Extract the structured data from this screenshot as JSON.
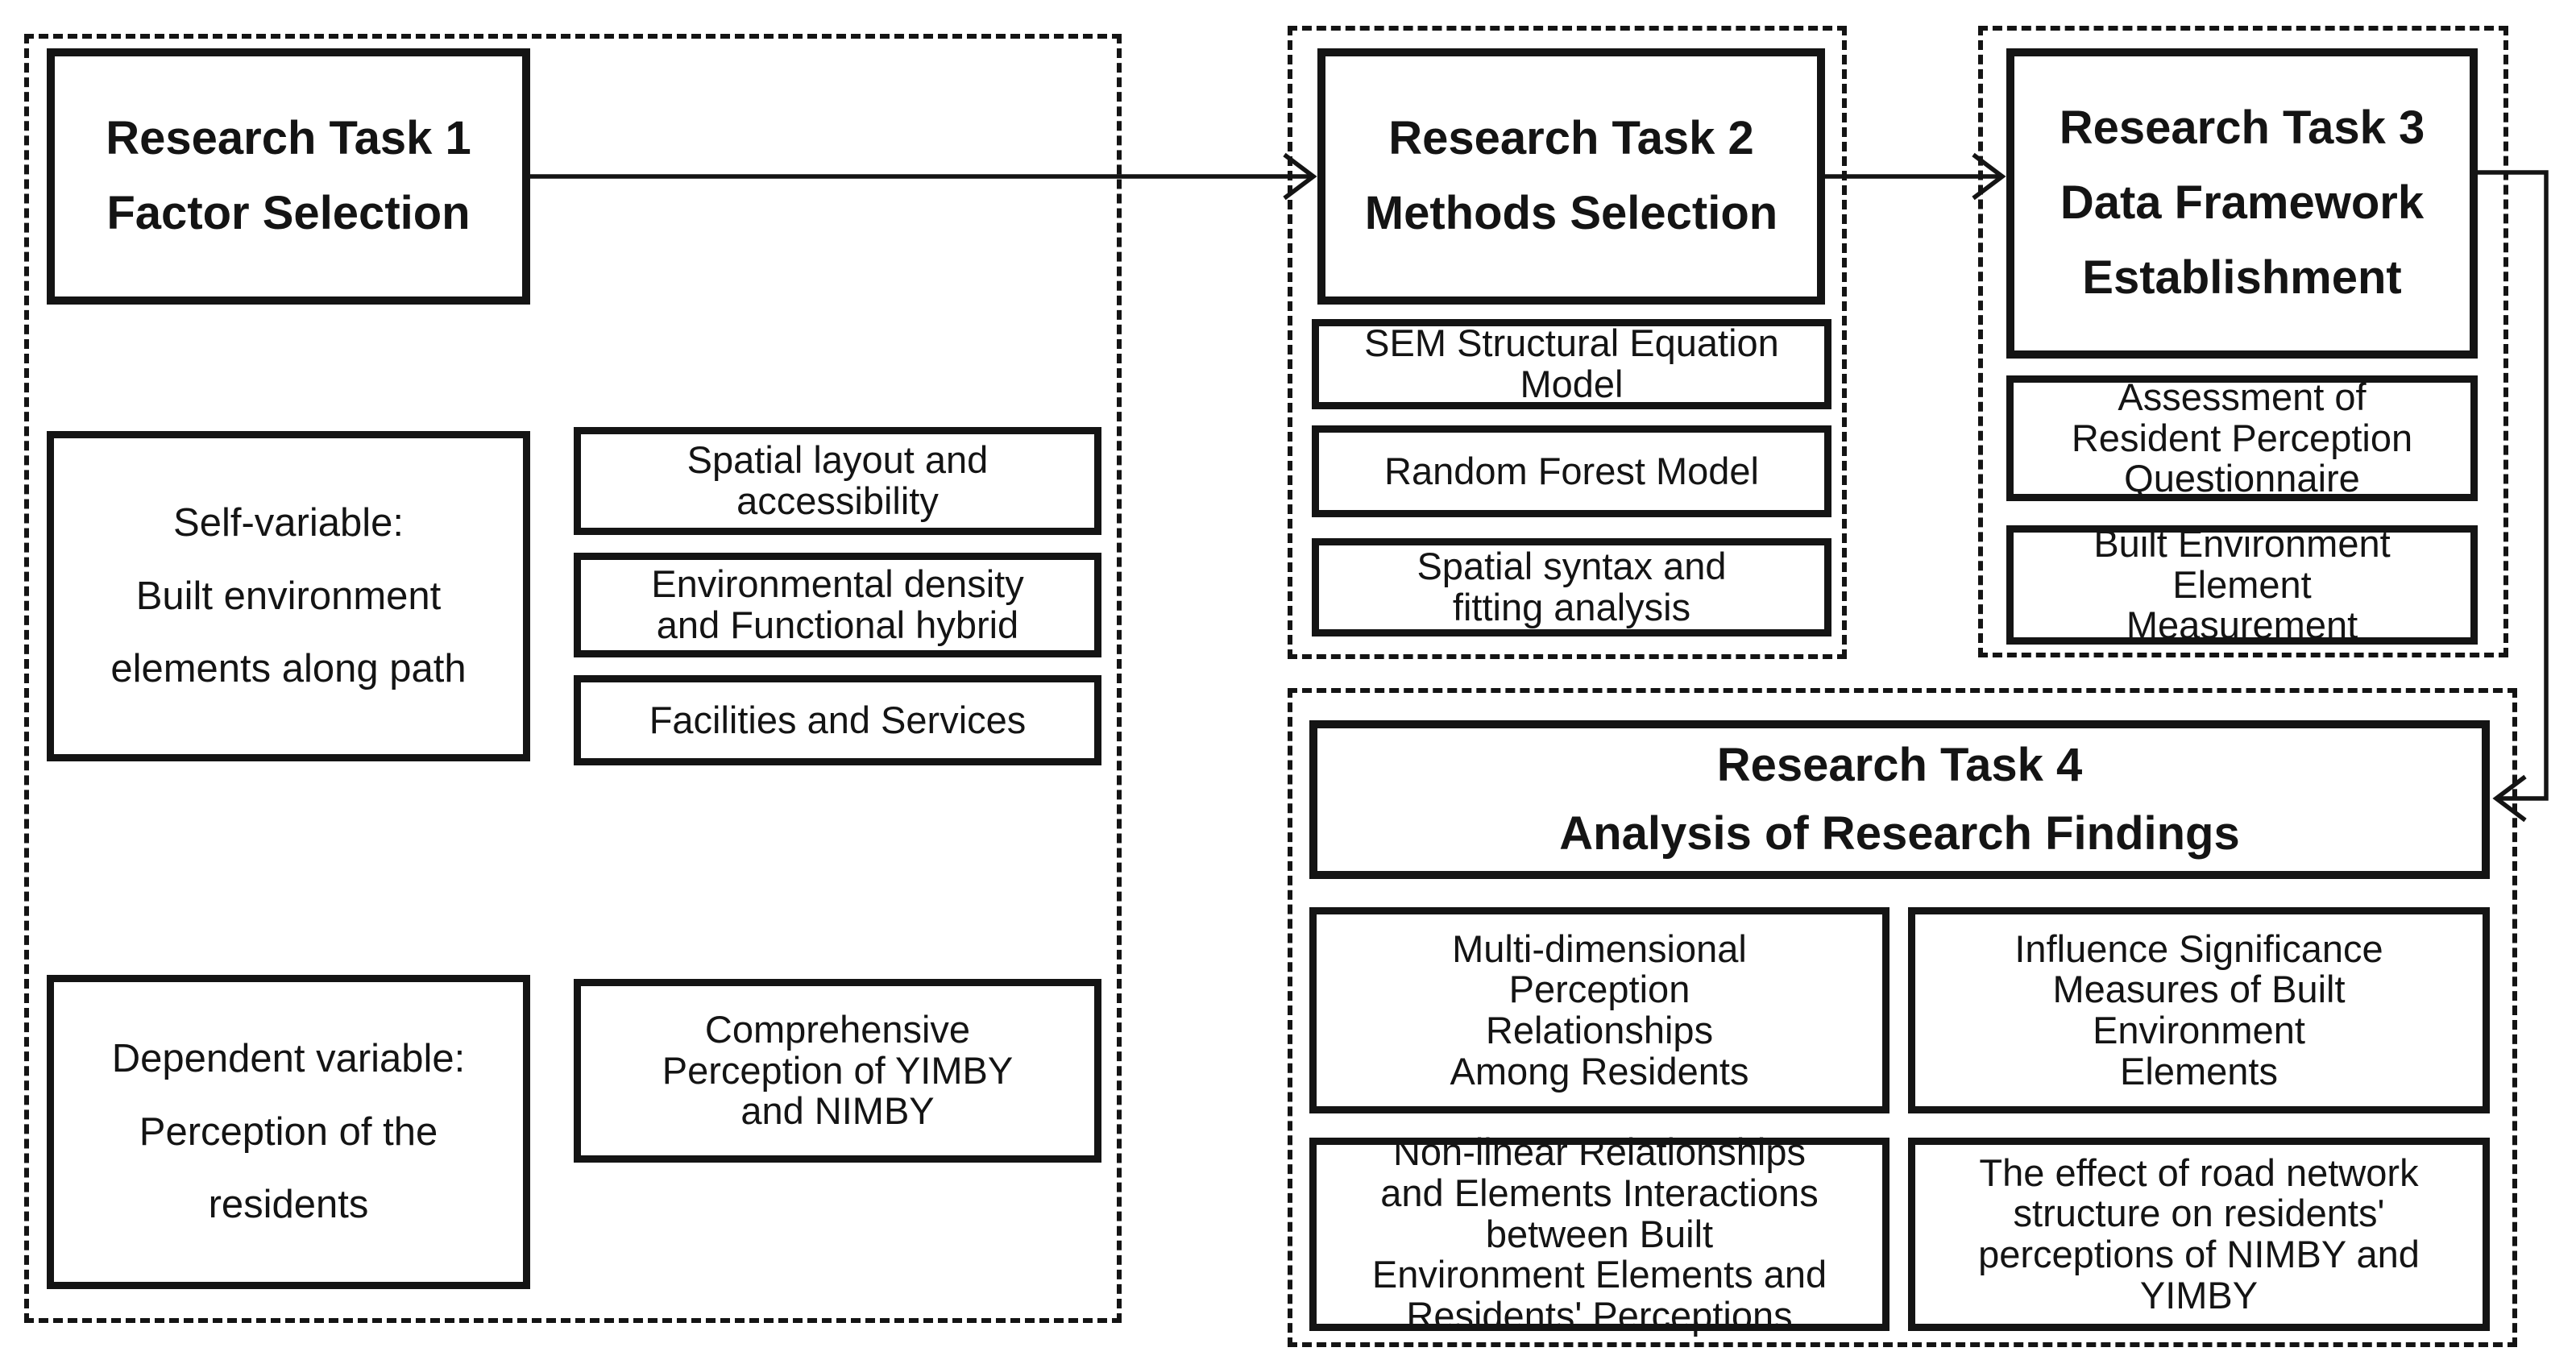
{
  "colors": {
    "ink": "#141414",
    "paper": "#ffffff"
  },
  "diagram": {
    "task1": {
      "title": "Research Task 1\nFactor Selection",
      "self_variable": "Self-variable:\nBuilt environment\nelements along path",
      "factors": [
        "Spatial layout and\naccessibility",
        "Environmental density\nand Functional hybrid",
        "Facilities and Services"
      ],
      "dependent_variable": "Dependent variable:\nPerception of the\nresidents",
      "dependent_measure": "Comprehensive\nPerception of YIMBY\nand NIMBY"
    },
    "task2": {
      "title": "Research Task 2\nMethods Selection",
      "methods": [
        "SEM Structural Equation\nModel",
        "Random Forest Model",
        "Spatial syntax and\nfitting analysis"
      ]
    },
    "task3": {
      "title": "Research Task 3\nData Framework\nEstablishment",
      "items": [
        "Assessment of\nResident Perception\nQuestionnaire",
        "Built Environment\nElement\nMeasurement"
      ]
    },
    "task4": {
      "title": "Research Task 4\nAnalysis of Research Findings",
      "findings": [
        "Multi-dimensional\nPerception\nRelationships\nAmong Residents",
        "Influence Significance\nMeasures of Built\nEnvironment\nElements",
        "Non-linear Relationships\nand Elements Interactions\nbetween Built\nEnvironment Elements and\nResidents' Perceptions",
        "The effect of road network\nstructure on residents'\nperceptions of NIMBY and\nYIMBY"
      ]
    },
    "flow": [
      {
        "from": "Research Task 1",
        "to": "Research Task 2"
      },
      {
        "from": "Research Task 2",
        "to": "Research Task 3"
      },
      {
        "from": "Research Task 3",
        "to": "Research Task 4"
      }
    ]
  }
}
